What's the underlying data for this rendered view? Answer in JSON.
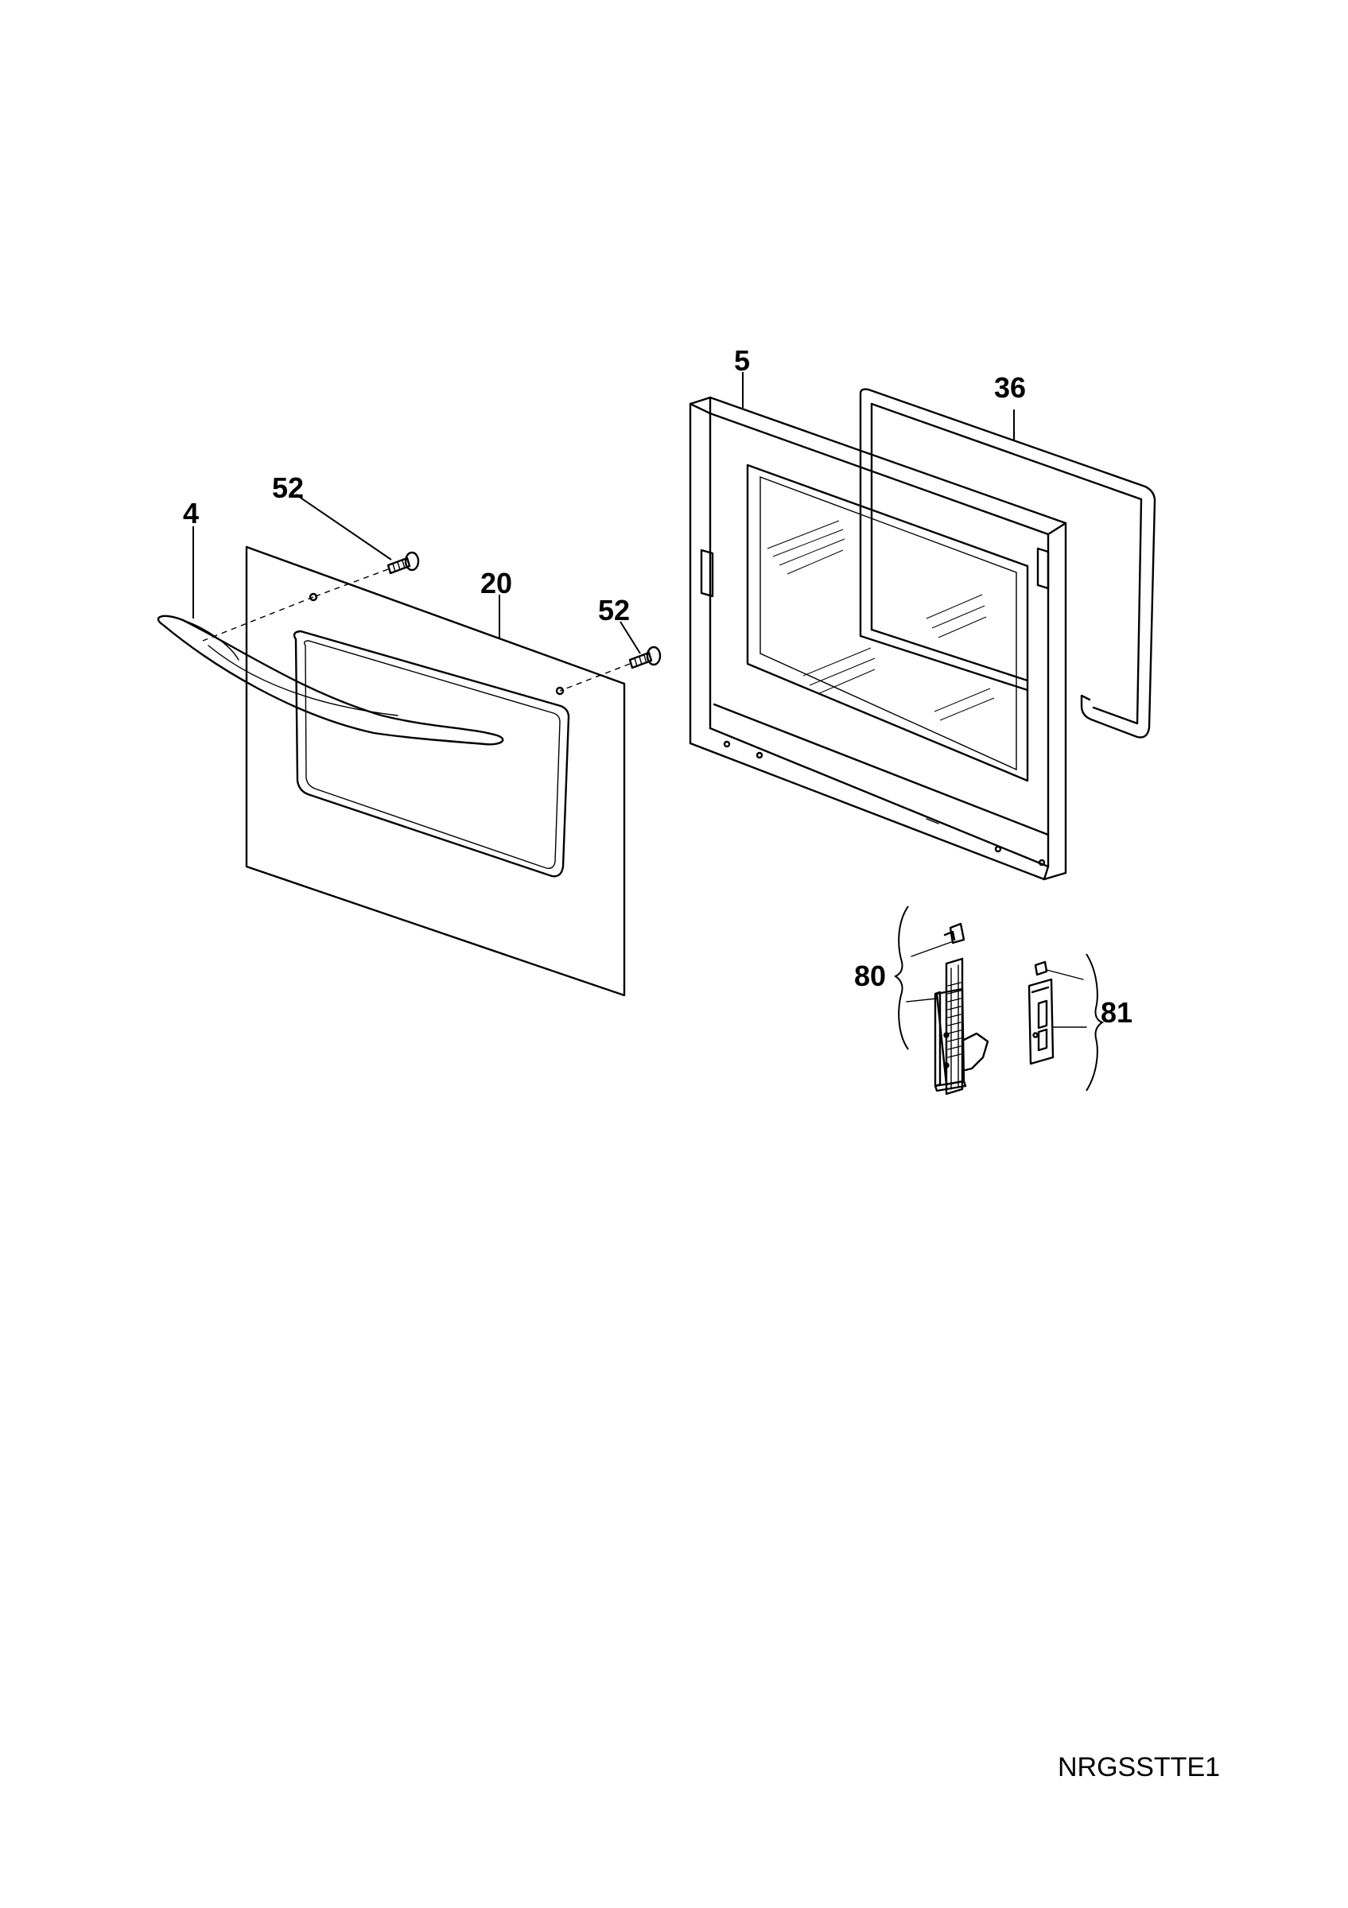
{
  "diagram": {
    "labels": {
      "handle": "4",
      "screw_left": "52",
      "outer_panel": "20",
      "screw_right": "52",
      "inner_frame": "5",
      "gasket": "36",
      "hinge_left": "80",
      "hinge_right": "81"
    },
    "drawing_code": "NRGSSTTE1"
  }
}
